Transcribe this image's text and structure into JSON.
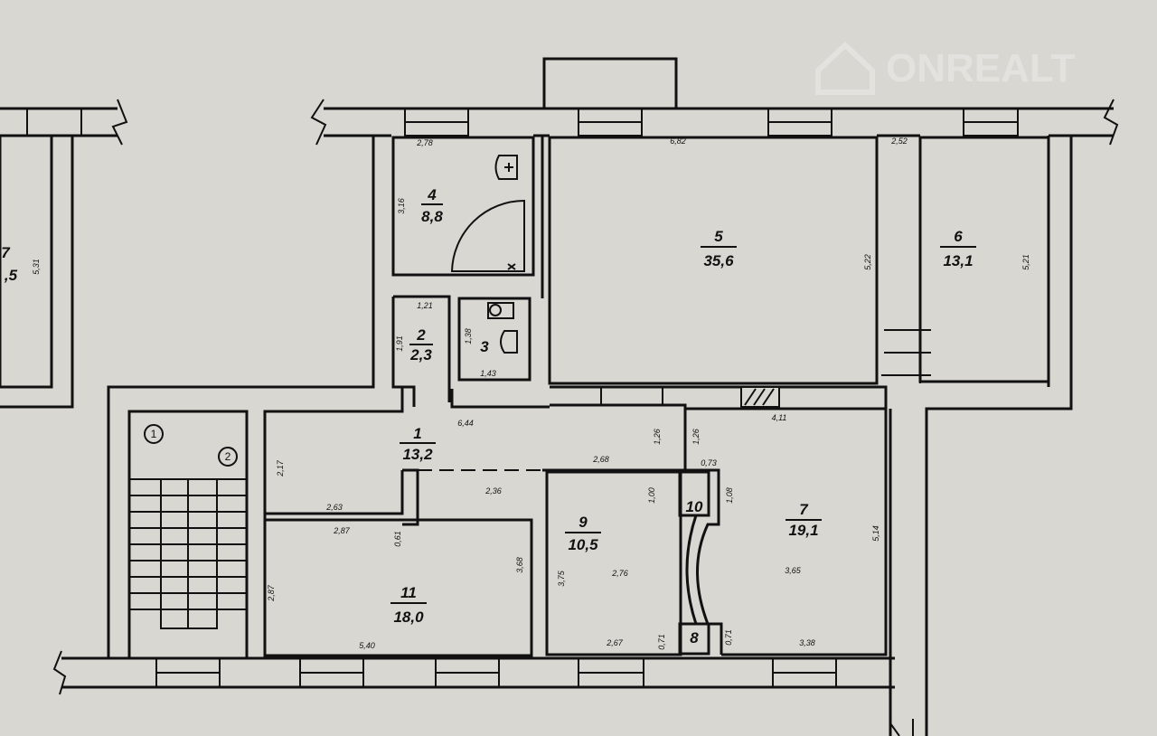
{
  "watermark": "ONREALT",
  "rooms": [
    {
      "id": "4",
      "area": "8,8"
    },
    {
      "id": "2",
      "area": "2,3"
    },
    {
      "id": "3",
      "area": ""
    },
    {
      "id": "5",
      "area": "35,6"
    },
    {
      "id": "6",
      "area": "13,1"
    },
    {
      "id": "1",
      "area": "13,2"
    },
    {
      "id": "9",
      "area": "10,5"
    },
    {
      "id": "10",
      "area": ""
    },
    {
      "id": "7",
      "area": "19,1"
    },
    {
      "id": "11",
      "area": "18,0"
    },
    {
      "id": "8",
      "area": ""
    },
    {
      "id": "7",
      "area": ",5"
    }
  ],
  "markers": [
    "1",
    "2"
  ],
  "dimensions": [
    "2,78",
    "3,16",
    "1,21",
    "1,91",
    "1,38",
    "1,43",
    "6,82",
    "5,22",
    "2,52",
    "5,21",
    "5,31",
    "4,11",
    "6,44",
    "1,26",
    "1,26",
    "2,68",
    "0,73",
    "2,17",
    "2,36",
    "2,63",
    "2,87",
    "0,61",
    "1,00",
    "1,08",
    "3,68",
    "3,75",
    "2,76",
    "3,65",
    "5,14",
    "2,87",
    "5,40",
    "2,67",
    "0,71",
    "0,71",
    "3,38"
  ]
}
